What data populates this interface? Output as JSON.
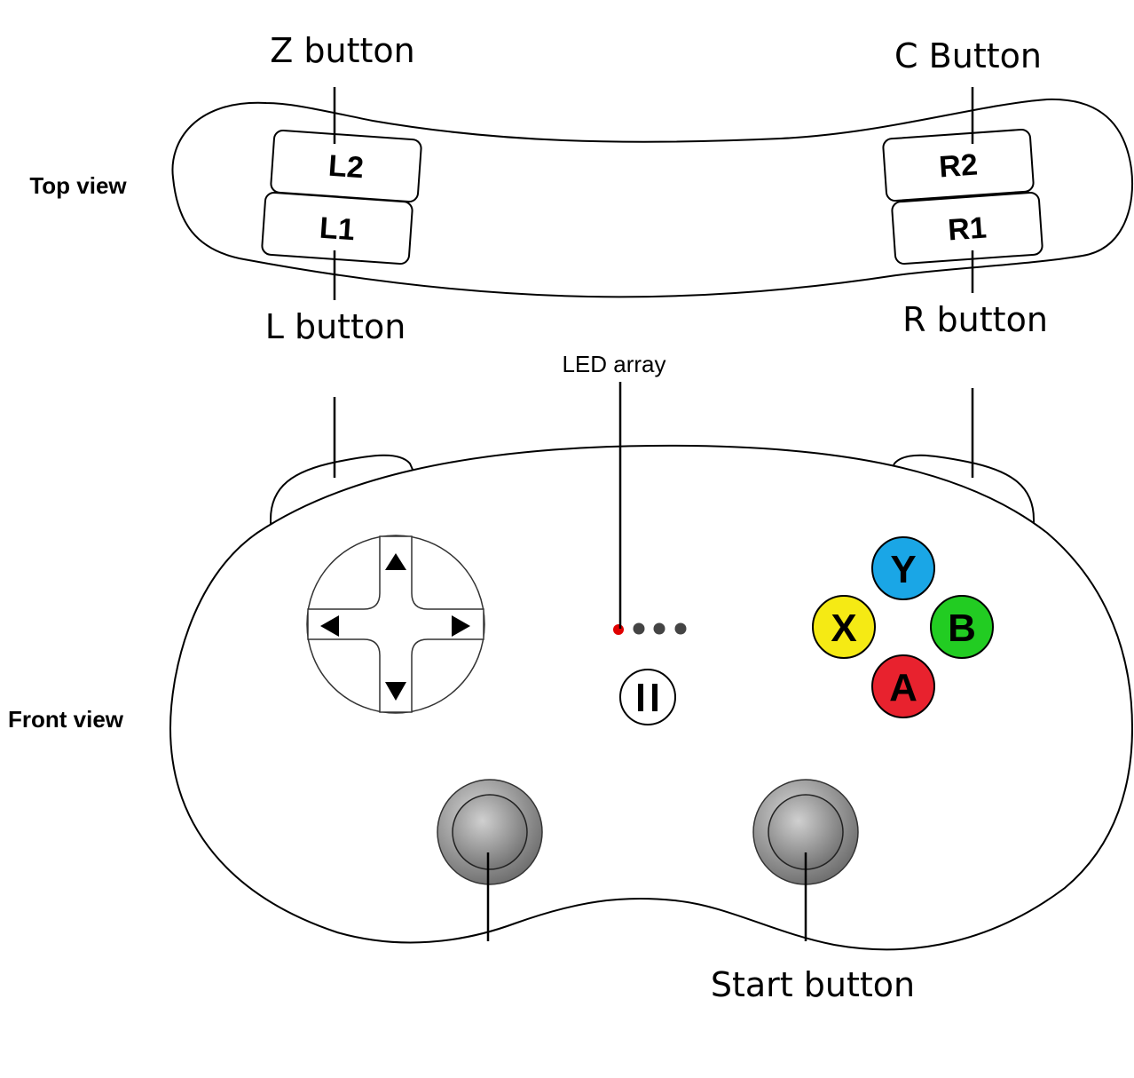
{
  "callouts": {
    "z_button": "Z button",
    "c_button": "C Button",
    "l_button": "L button",
    "r_button": "R button",
    "led_array": "LED array",
    "start_button": "Start button"
  },
  "views": {
    "top": "Top view",
    "front": "Front view"
  },
  "triggers": {
    "l2": "L2",
    "l1": "L1",
    "r2": "R2",
    "r1": "R1"
  },
  "face_buttons": {
    "y": {
      "label": "Y",
      "color": "#1aa6e6"
    },
    "x": {
      "label": "X",
      "color": "#f5ea14"
    },
    "b": {
      "label": "B",
      "color": "#22cc22"
    },
    "a": {
      "label": "A",
      "color": "#e8222e"
    }
  },
  "icons": {
    "dpad": "dpad-icon",
    "pause": "pause-icon",
    "led_active_color": "#e00000",
    "led_inactive_color": "#444444"
  }
}
